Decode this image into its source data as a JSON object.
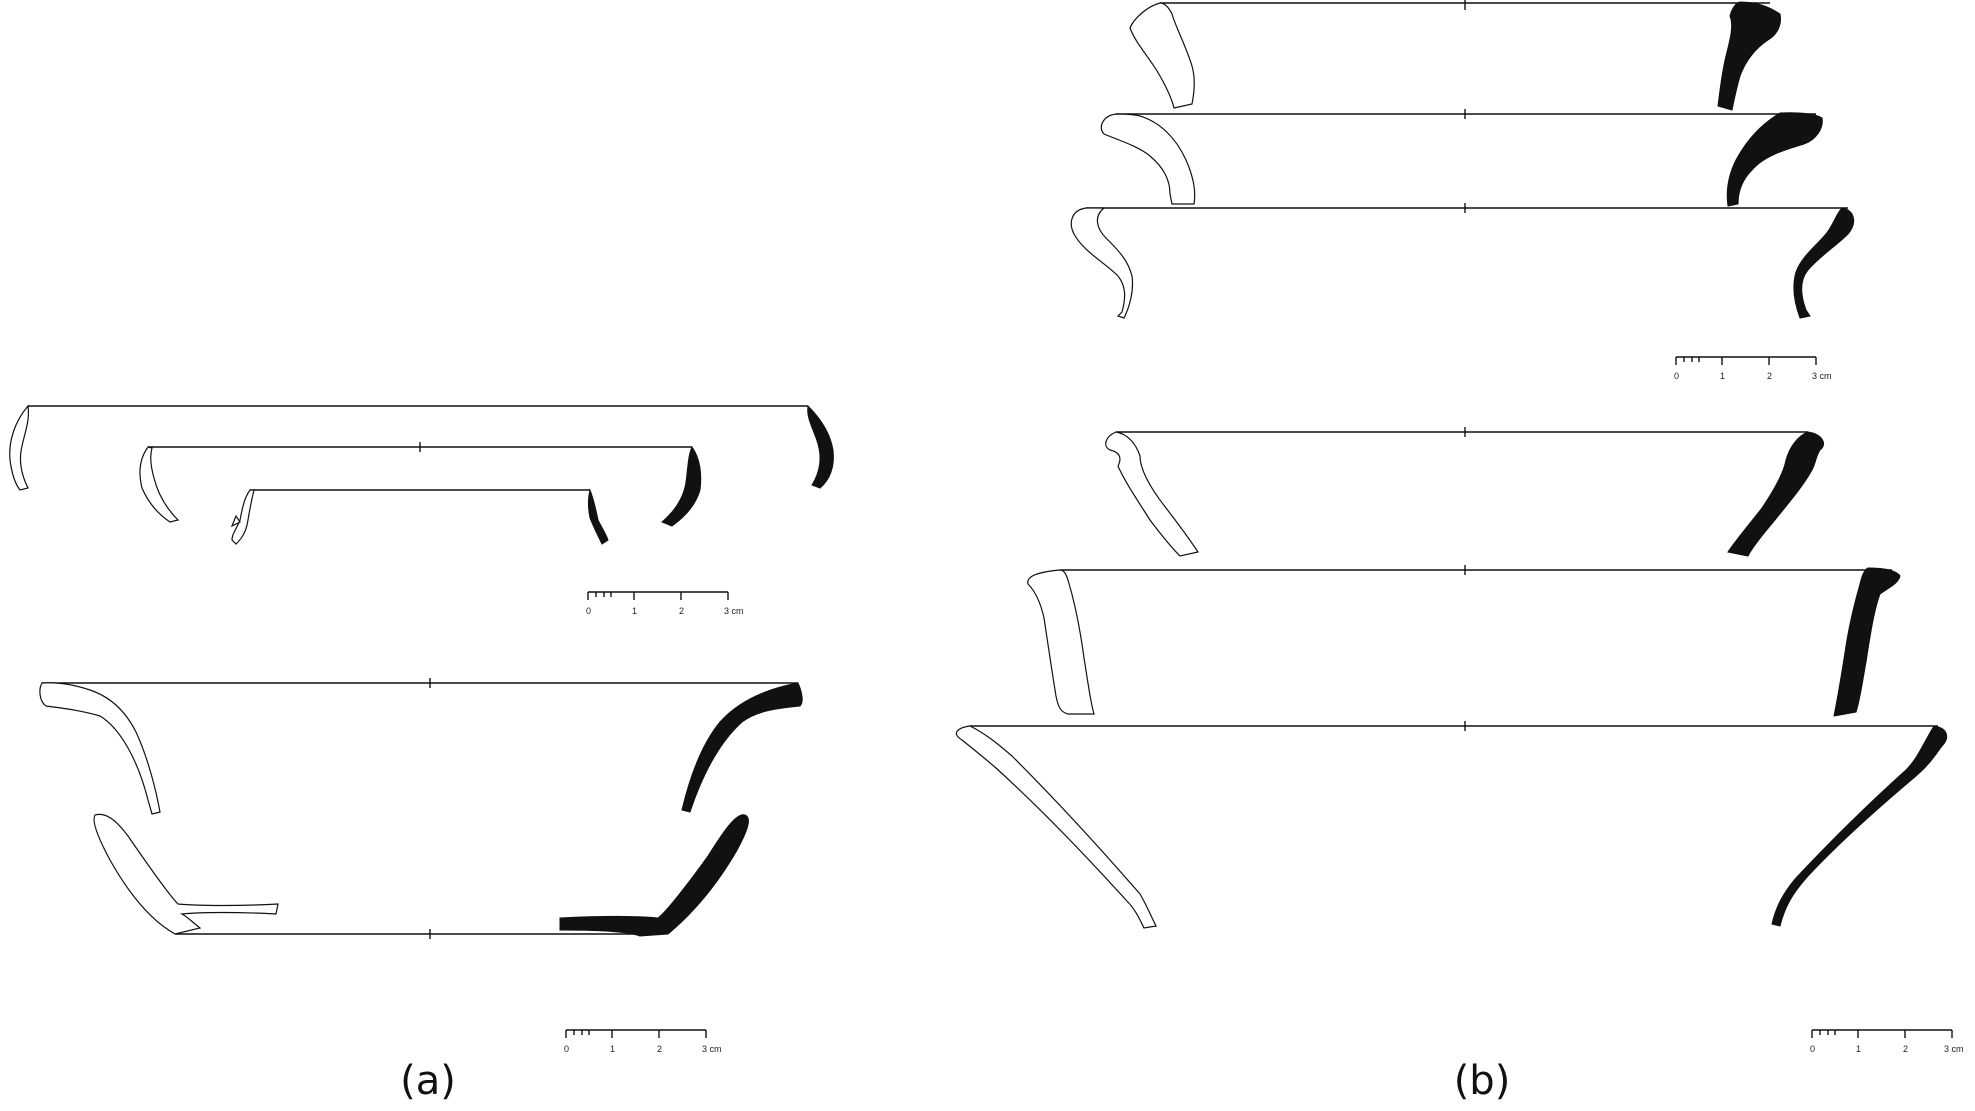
{
  "panels": {
    "a": {
      "label": "(a)"
    },
    "b": {
      "label": "(b)"
    }
  },
  "scale_bar": {
    "ticks": [
      "0",
      "1",
      "2",
      "3 cm"
    ]
  },
  "colors": {
    "ink": "#111111",
    "paper": "#ffffff"
  }
}
